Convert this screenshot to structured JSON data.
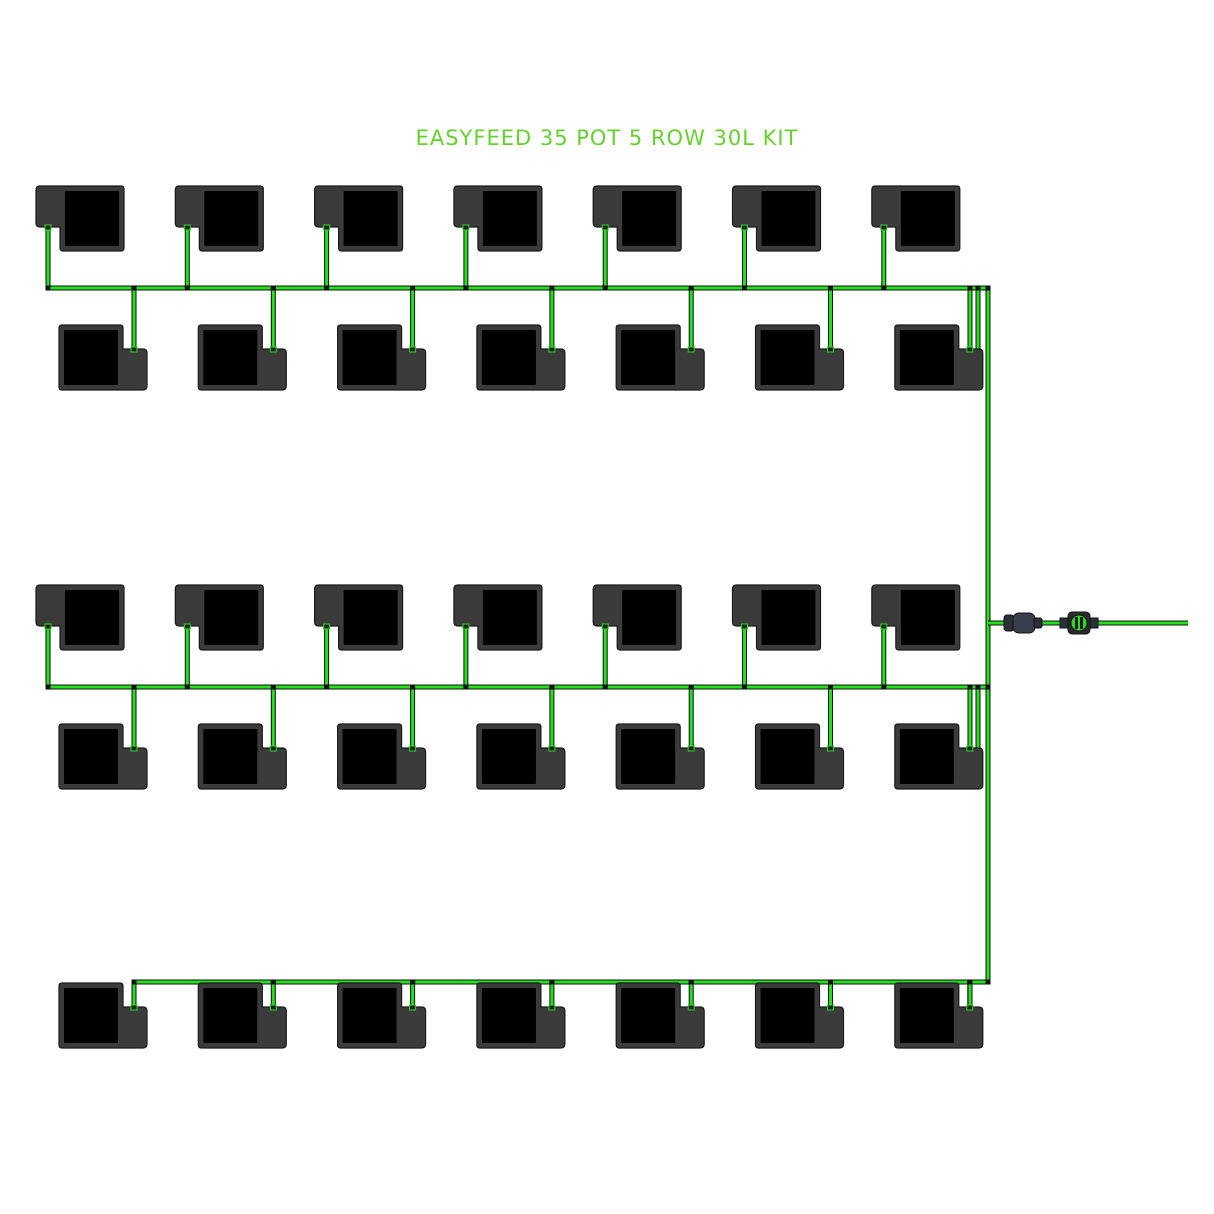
{
  "title": "EASYFEED 35 POT 5 ROW 30L KIT",
  "colors": {
    "title": "#66d12e",
    "pipe": "#22e01b",
    "pipe_edge": "#111111",
    "pot_body": "#3b3b3b",
    "pot_inner": "#000000",
    "pot_outline": "#1a1a1a",
    "background": "#ffffff"
  },
  "layout_description": {
    "pot_rows": 5,
    "pots_per_row": 7,
    "total_pots": 35
  },
  "rows": [
    {
      "orientation": "tab-left-top",
      "pots": 7
    },
    {
      "orientation": "tab-right-bottom",
      "pots": 7
    },
    {
      "orientation": "tab-left-top",
      "pots": 7
    },
    {
      "orientation": "tab-right-bottom",
      "pots": 7
    },
    {
      "orientation": "tab-right-bottom",
      "pots": 7
    }
  ],
  "icons": {
    "connector": "hose-connector-icon",
    "valve": "valve-icon"
  }
}
